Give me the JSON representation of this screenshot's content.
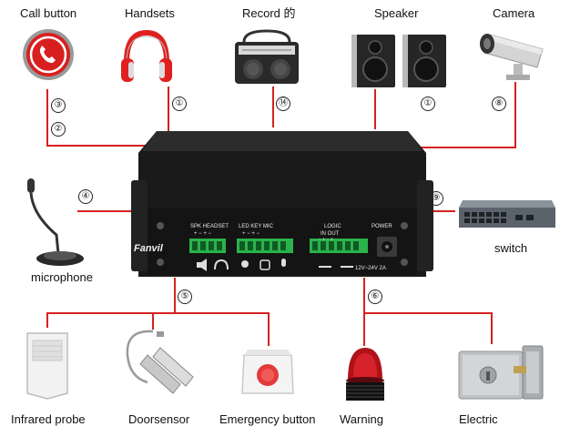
{
  "labels": {
    "call_button": "Call button",
    "handsets": "Handsets",
    "record": "Record 的",
    "speaker": "Speaker",
    "camera": "Camera",
    "microphone": "microphone",
    "switch": "switch",
    "infrared_probe": "Infrared probe",
    "doorsensor": "Doorsensor",
    "emergency_button": "Emergency button",
    "warning": "Warning",
    "electric": "Electric"
  },
  "numbers": {
    "call_button_a": "③",
    "call_button_b": "②",
    "handsets": "①",
    "record": "⑭",
    "speaker": "①",
    "camera": "⑧",
    "microphone": "④",
    "switch": "⑨",
    "sensors": "⑤",
    "outputs": "⑥"
  },
  "device": {
    "brand": "Fanvil",
    "ports_left": "SPK HEADSET",
    "pm_left": "+ − + −",
    "ports_mid": "LED KEY MIC",
    "pm_mid": "+ − + −",
    "ports_logic": "LOGIC",
    "logic_inout": "IN OUT",
    "pm_logic": "− + − +",
    "power": "POWER",
    "power_spec": "12V~24V 2A"
  },
  "colors": {
    "wire": "#d62020",
    "box": "#1a1a1a",
    "terminal": "#2bb34b"
  }
}
